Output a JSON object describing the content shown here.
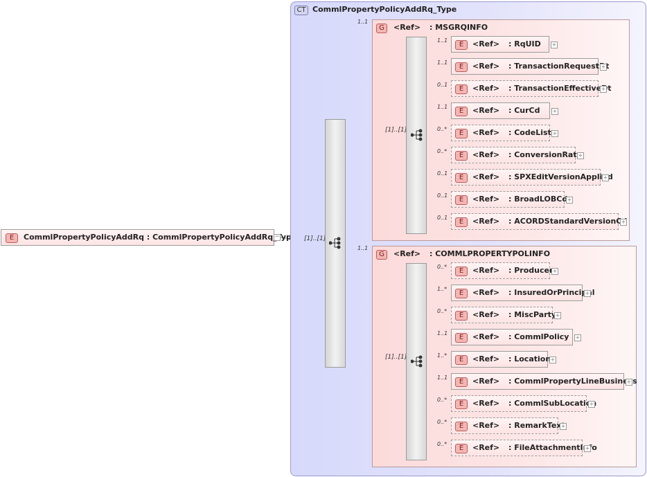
{
  "root_element": {
    "tag": "E",
    "label": "CommlPropertyPolicyAddRq : CommlPropertyPolicyAddRq_Type",
    "collapse": "−"
  },
  "complex_type": {
    "tag": "CT",
    "label": "CommlPropertyPolicyAddRq_Type",
    "sequence_occurrence": "[1]..[1]"
  },
  "groups": [
    {
      "tag": "G",
      "ref": "<Ref>",
      "name": ": MSGRQINFO",
      "cardinality": "1..1",
      "sequence_occurrence": "[1]..[1]",
      "elements": [
        {
          "card": "1..1",
          "tag": "E",
          "ref": "<Ref>",
          "name": ": RqUID",
          "required": true
        },
        {
          "card": "1..1",
          "tag": "E",
          "ref": "<Ref>",
          "name": ": TransactionRequestDt",
          "required": true
        },
        {
          "card": "0..1",
          "tag": "E",
          "ref": "<Ref>",
          "name": ": TransactionEffectiveDt",
          "required": false
        },
        {
          "card": "1..1",
          "tag": "E",
          "ref": "<Ref>",
          "name": ": CurCd",
          "required": true
        },
        {
          "card": "0..*",
          "tag": "E",
          "ref": "<Ref>",
          "name": ": CodeList",
          "required": false
        },
        {
          "card": "0..*",
          "tag": "E",
          "ref": "<Ref>",
          "name": ": ConversionRate",
          "required": false
        },
        {
          "card": "0..1",
          "tag": "E",
          "ref": "<Ref>",
          "name": ": SPXEditVersionApplied",
          "required": false
        },
        {
          "card": "0..1",
          "tag": "E",
          "ref": "<Ref>",
          "name": ": BroadLOBCd",
          "required": false
        },
        {
          "card": "0..1",
          "tag": "E",
          "ref": "<Ref>",
          "name": ": ACORDStandardVersionCd",
          "required": false
        }
      ]
    },
    {
      "tag": "G",
      "ref": "<Ref>",
      "name": ": COMMLPROPERTYPOLINFO",
      "cardinality": "1..1",
      "sequence_occurrence": "[1]..[1]",
      "elements": [
        {
          "card": "0..*",
          "tag": "E",
          "ref": "<Ref>",
          "name": ": Producer",
          "required": false
        },
        {
          "card": "1..*",
          "tag": "E",
          "ref": "<Ref>",
          "name": ": InsuredOrPrincipal",
          "required": true
        },
        {
          "card": "0..*",
          "tag": "E",
          "ref": "<Ref>",
          "name": ": MiscParty",
          "required": false
        },
        {
          "card": "1..1",
          "tag": "E",
          "ref": "<Ref>",
          "name": ": CommlPolicy",
          "required": true
        },
        {
          "card": "1..*",
          "tag": "E",
          "ref": "<Ref>",
          "name": ": Location",
          "required": true
        },
        {
          "card": "1..1",
          "tag": "E",
          "ref": "<Ref>",
          "name": ": CommlPropertyLineBusiness",
          "required": true
        },
        {
          "card": "0..*",
          "tag": "E",
          "ref": "<Ref>",
          "name": ": CommlSubLocation",
          "required": false
        },
        {
          "card": "0..*",
          "tag": "E",
          "ref": "<Ref>",
          "name": ": RemarkText",
          "required": false
        },
        {
          "card": "0..*",
          "tag": "E",
          "ref": "<Ref>",
          "name": ": FileAttachmentInfo",
          "required": false
        }
      ]
    }
  ],
  "expand_symbol": "+",
  "colors": {
    "complex_type_bg": "#d7d9fb",
    "group_bg": "#fcdada",
    "element_bg": "#fde3e3",
    "tag_fill": "#f4b6b3"
  }
}
